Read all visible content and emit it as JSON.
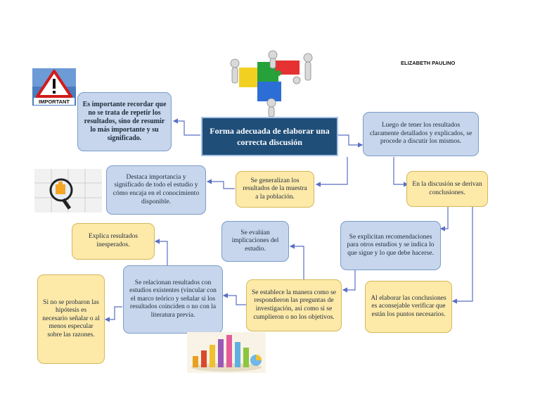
{
  "author": "ELIZABETH PAULINO",
  "title": "Forma adecuada de elaborar una correcta discusión",
  "nodes": {
    "importante": "Es importante recordar que no se trata de repetir los resultados, sino de resumir lo más importante y su significado.",
    "luego": "Luego de tener los resultados claramente detallados y explicados, se procede a discutir los mismos.",
    "destaca": "Destaca importancia y significado de todo el estudio y cómo encaja en el conocimiento disponible.",
    "generalizan": "Se generalizan los resultados de la muestra a la población.",
    "conclusiones": "En la discusión se derivan conclusiones.",
    "explica": "Explica resultados inesperados.",
    "evaluan": "Se evalúan implicaciones del estudio.",
    "explicitan": "Se explicitan recomendaciones para otros estudios y se indica lo que sigue y lo que debe hacerse.",
    "relacionan": "Se relacionan resultados con estudios existentes (vincular con el marco teórico y señalar si los resultados coinciden o no con la literatura previa.",
    "establece": "Se establece la manera como se respondieron las preguntas de investigación, así como si se cumplieron o no los objetivos.",
    "elaborar": "Al elaborar las conclusiones es aconsejable verificar que están los puntos necesarios.",
    "noprobaron": "Si no se probaron las hipótesis es necesario señalar o al menos especular sobre las razones."
  },
  "icons": {
    "important_sign": "IMPORTANT",
    "puzzle_people": "puzzle-people-icon",
    "magnifier": "magnifier-puzzle-icon",
    "chart": "bar-chart-icon"
  },
  "colors": {
    "title_bg": "#1f4e79",
    "blue_box": "#c7d6ec",
    "yellow_box": "#fde9a8",
    "line": "#5b6fc4"
  }
}
